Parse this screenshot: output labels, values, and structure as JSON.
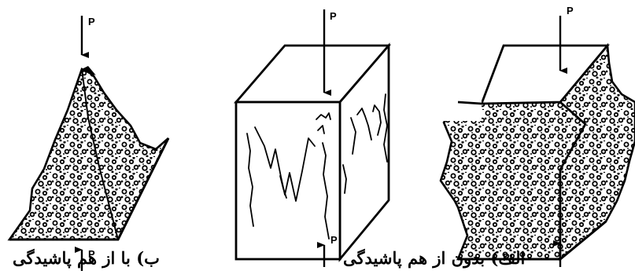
{
  "labels": {
    "load": "P",
    "caption_right": "الف) بدون از هم پاشیدگی",
    "caption_left": "ب) با از هم پاشیدگی"
  },
  "colors": {
    "ink": "#000000",
    "paper": "#ffffff"
  }
}
